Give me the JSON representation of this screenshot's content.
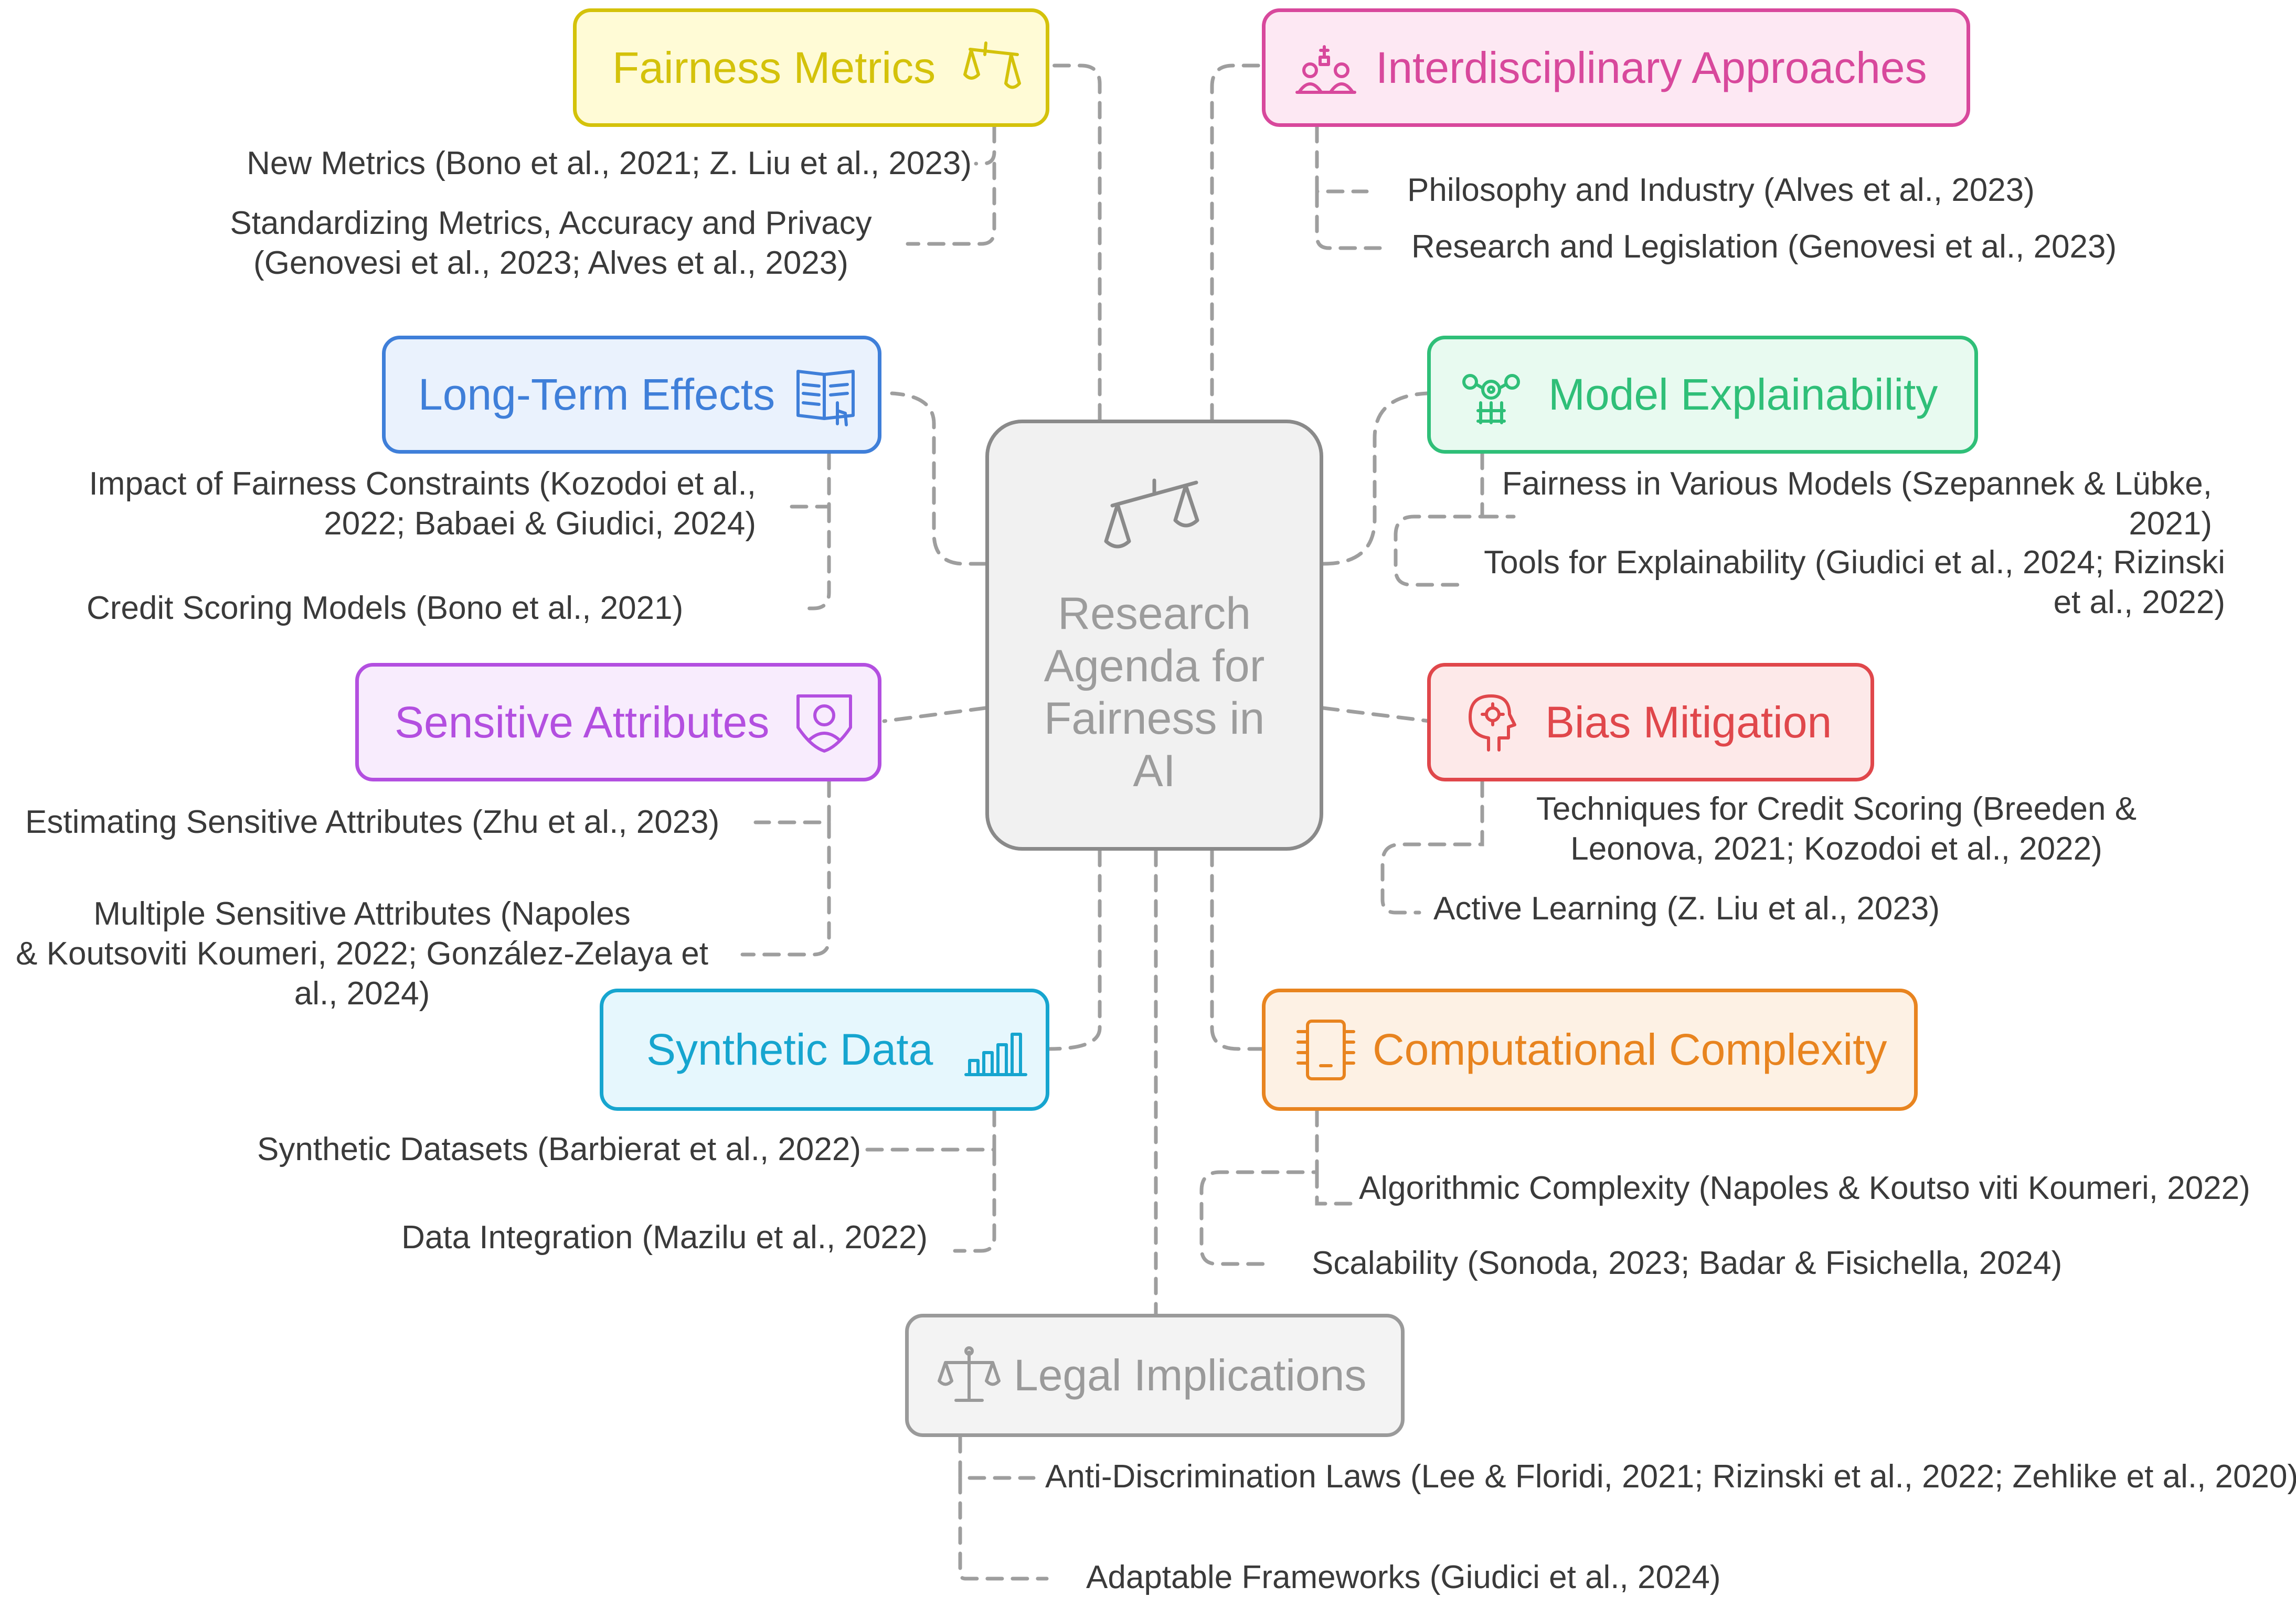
{
  "center": {
    "title_lines": [
      "Research",
      "Agenda for",
      "Fairness in",
      "AI"
    ],
    "icon": "balance-scale-icon",
    "border_color": "#8a8a8a",
    "fill_color": "#f1f1f1"
  },
  "branches": [
    {
      "key": "fairness_metrics",
      "label": "Fairness Metrics",
      "icon": "scales-icon",
      "color": "#d4c20a",
      "fill": "#fffbd6",
      "leaves": [
        {
          "lines": [
            "New Metrics (Bono et al., 2021; Z. Liu et al., 2023)"
          ]
        },
        {
          "lines": [
            "Standardizing Metrics, Accuracy and Privacy",
            "(Genovesi et al., 2023; Alves et al., 2023)"
          ]
        }
      ]
    },
    {
      "key": "long_term_effects",
      "label": "Long-Term Effects",
      "icon": "open-book-icon",
      "color": "#3f7fd9",
      "fill": "#eaf2fd",
      "leaves": [
        {
          "lines": [
            "Impact of Fairness Constraints (Kozodoi et al.,",
            "2022; Babaei & Giudici, 2024)"
          ]
        },
        {
          "lines": [
            "Credit Scoring Models (Bono et al., 2021)"
          ]
        }
      ]
    },
    {
      "key": "sensitive_attributes",
      "label": "Sensitive Attributes",
      "icon": "user-shield-icon",
      "color": "#b34fe0",
      "fill": "#f8ecfd",
      "leaves": [
        {
          "lines": [
            "Estimating Sensitive Attributes (Zhu et al., 2023)"
          ]
        },
        {
          "lines": [
            "Multiple Sensitive Attributes (Napoles",
            "& Koutsoviti Koumeri, 2022; González-Zelaya et",
            "al., 2024)"
          ]
        }
      ]
    },
    {
      "key": "synthetic_data",
      "label": "Synthetic Data",
      "icon": "bar-chart-icon",
      "color": "#16a5cf",
      "fill": "#e6f7fd",
      "leaves": [
        {
          "lines": [
            "Synthetic Datasets (Barbierat et al., 2022)"
          ]
        },
        {
          "lines": [
            "Data Integration (Mazilu et al., 2022)"
          ]
        }
      ]
    },
    {
      "key": "interdisciplinary",
      "label": "Interdisciplinary Approaches",
      "icon": "collaboration-icon",
      "color": "#d8489c",
      "fill": "#fde8f3",
      "leaves": [
        {
          "lines": [
            "Philosophy and Industry (Alves et al., 2023)"
          ]
        },
        {
          "lines": [
            "Research and Legislation (Genovesi et al., 2023)"
          ]
        }
      ]
    },
    {
      "key": "model_explainability",
      "label": "Model Explainability",
      "icon": "gears-network-icon",
      "color": "#2fbf78",
      "fill": "#e8faf0",
      "leaves": [
        {
          "lines": [
            "Fairness in Various Models  (Szepannek & Lübke,",
            "2021)"
          ]
        },
        {
          "lines": [
            "Tools for Explainability (Giudici et al., 2024; Rizinski",
            "et al., 2022)"
          ]
        }
      ]
    },
    {
      "key": "bias_mitigation",
      "label": "Bias Mitigation",
      "icon": "head-gear-icon",
      "color": "#e0474b",
      "fill": "#fde9e9",
      "leaves": [
        {
          "lines": [
            "Techniques for Credit Scoring (Breeden &",
            "Leonova, 2021; Kozodoi et al., 2022)"
          ]
        },
        {
          "lines": [
            "Active Learning  (Z. Liu et al., 2023)"
          ]
        }
      ]
    },
    {
      "key": "computational_complexity",
      "label": "Computational Complexity",
      "icon": "chip-icon",
      "color": "#e8841f",
      "fill": "#fdf1e4",
      "leaves": [
        {
          "lines": [
            "Algorithmic Complexity (Napoles & Koutso viti Koumeri, 2022)"
          ]
        },
        {
          "lines": [
            "Scalability (Sonoda, 2023; Badar & Fisichella, 2024)"
          ]
        }
      ]
    },
    {
      "key": "legal_implications",
      "label": "Legal Implications",
      "icon": "legal-scale-icon",
      "color": "#9a9a9a",
      "fill": "#f3f3f3",
      "leaves": [
        {
          "lines": [
            "Anti-Discrimination Laws (Lee & Floridi, 2021; Rizinski et al., 2022; Zehlike et al., 2020)"
          ]
        },
        {
          "lines": [
            "Adaptable Frameworks (Giudici et al., 2024)"
          ]
        }
      ]
    }
  ]
}
